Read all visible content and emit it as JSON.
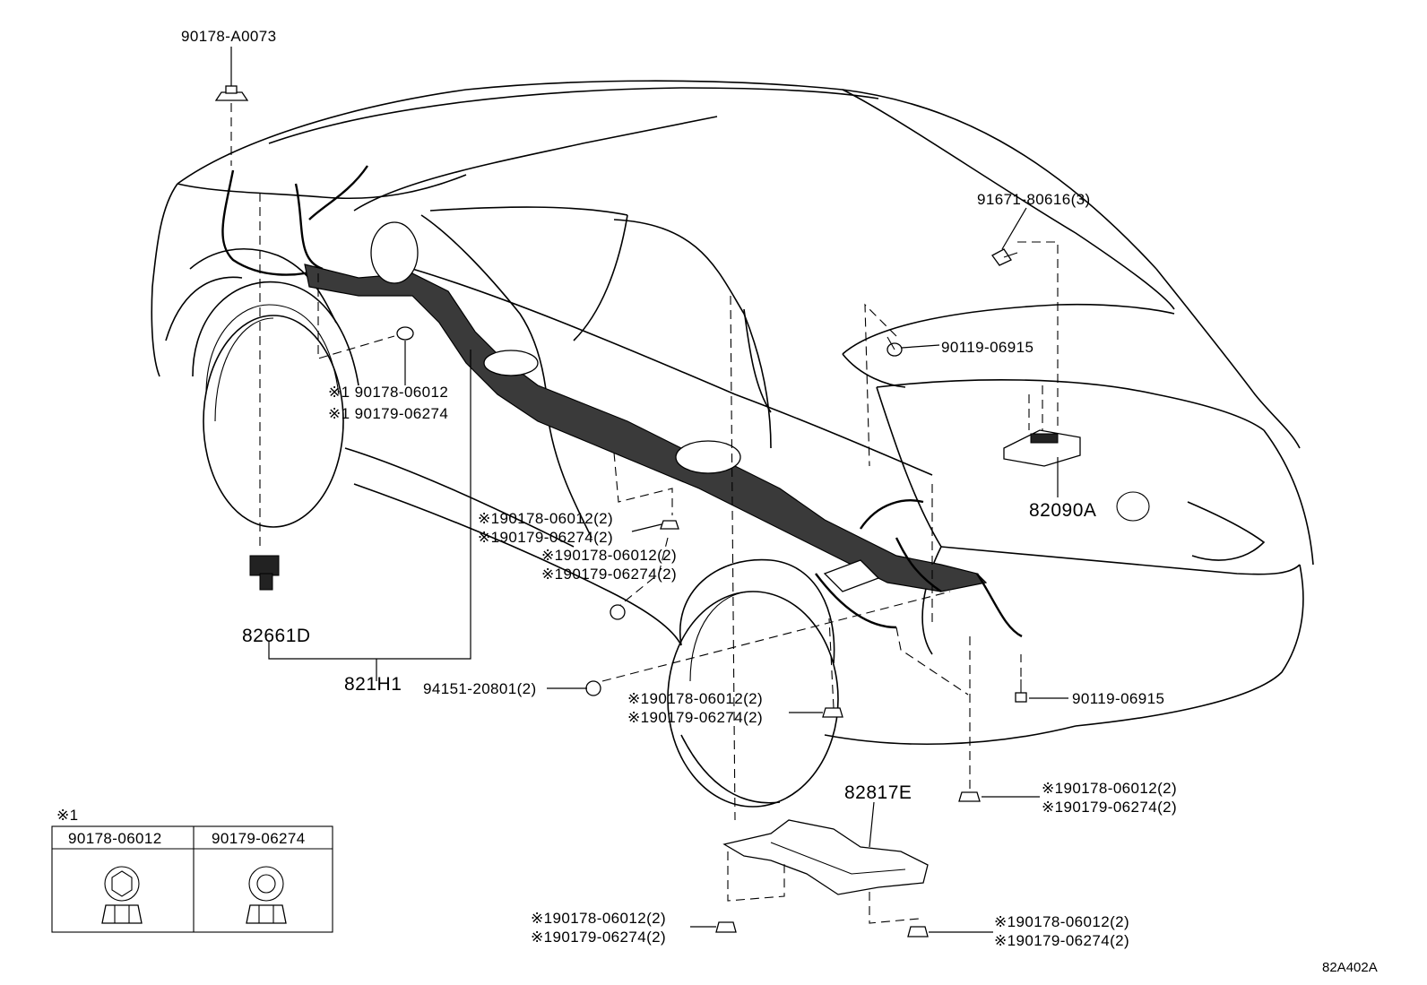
{
  "labels": {
    "p90178_A0073": "90178-A0073",
    "p91671_80616": "91671-80616(3)",
    "p90119_06915_top": "90119-06915",
    "p90178_06012_left": "※1 90178-06012",
    "p90179_06274_left": "※1 90179-06274",
    "p82090A": "82090A",
    "pA_06012": "※190178-06012(2)",
    "pA_06274": "※190179-06274(2)",
    "pB_06012": "※190178-06012(2)",
    "pB_06274": "※190179-06274(2)",
    "p82661D": "82661D",
    "p821H1": "821H1",
    "p94151": "94151-20801(2)",
    "pC_06012": "※190178-06012(2)",
    "pC_06274": "※190179-06274(2)",
    "p90119_06915_bot": "90119-06915",
    "pD_06012": "※190178-06012(2)",
    "pD_06274": "※190179-06274(2)",
    "p82817E": "82817E",
    "pE_06012": "※190178-06012(2)",
    "pE_06274": "※190179-06274(2)",
    "pF_06012": "※190178-06012(2)",
    "pF_06274": "※190179-06274(2)"
  },
  "legend": {
    "marker": "※1",
    "col1": "90178-06012",
    "col2": "90179-06274"
  },
  "figure_ref": "82A402A"
}
